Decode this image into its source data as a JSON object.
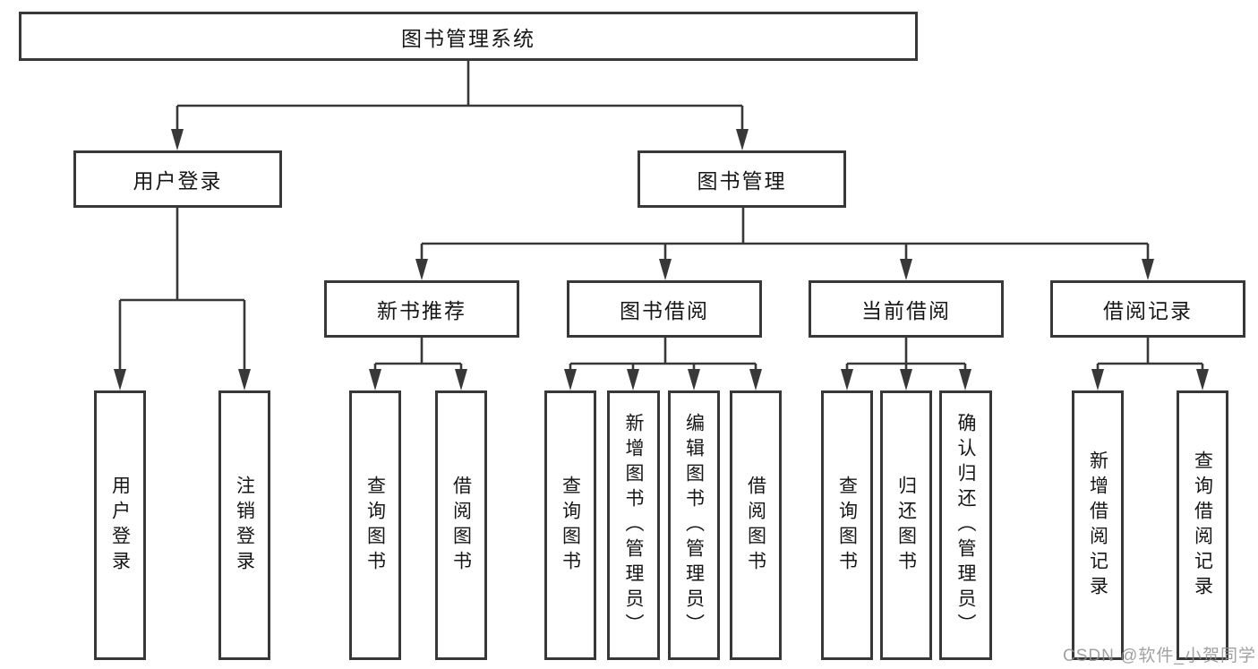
{
  "diagram": {
    "title": "图书管理系统",
    "nodes": {
      "root": "图书管理系统",
      "level2": [
        "用户登录",
        "图书管理"
      ],
      "level3": [
        "新书推荐",
        "图书借阅",
        "当前借阅",
        "借阅记录"
      ],
      "leaves": [
        "用户登录",
        "注销登录",
        "查询图书",
        "借阅图书",
        "查询图书",
        "新增图书（管理员）",
        "编辑图书（管理员）",
        "借阅图书",
        "查询图书",
        "归还图书",
        "确认归还（管理员）",
        "新增借阅记录",
        "查询借阅记录"
      ]
    },
    "colors": {
      "line": "#383838",
      "text": "#161616",
      "box_background": "#ffffff",
      "watermark": "#919191"
    }
  },
  "watermark": {
    "text": "CSDN @软件_小贺同学"
  }
}
